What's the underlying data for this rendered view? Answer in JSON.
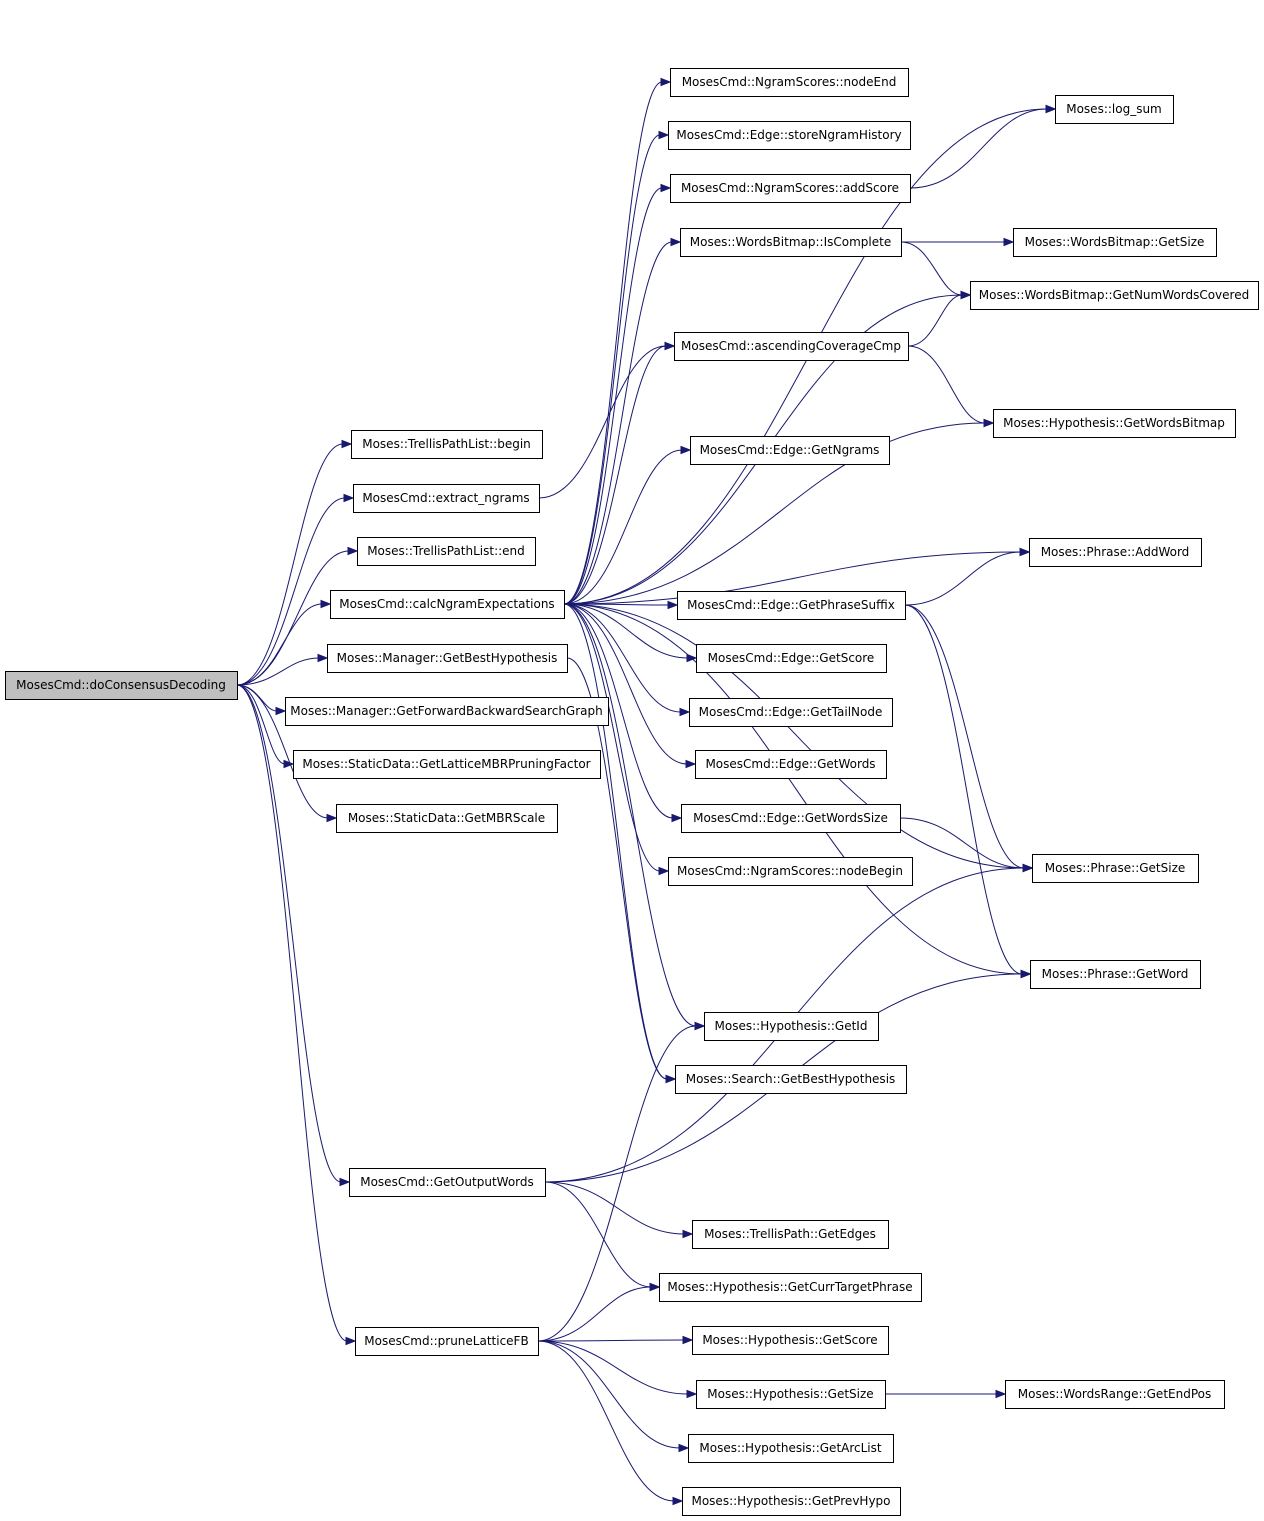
{
  "graph": {
    "root": "n0",
    "nodes": [
      {
        "id": "n0",
        "label": "MosesCmd::doConsensusDecoding",
        "root": true
      },
      {
        "id": "n1",
        "label": "Moses::TrellisPathList::begin"
      },
      {
        "id": "n2",
        "label": "MosesCmd::extract_ngrams"
      },
      {
        "id": "n3",
        "label": "Moses::TrellisPathList::end"
      },
      {
        "id": "n4",
        "label": "MosesCmd::calcNgramExpectations"
      },
      {
        "id": "n5",
        "label": "Moses::Manager::GetBestHypothesis"
      },
      {
        "id": "n6",
        "label": "Moses::Manager::GetForwardBackwardSearchGraph"
      },
      {
        "id": "n7",
        "label": "Moses::StaticData::GetLatticeMBRPruningFactor"
      },
      {
        "id": "n8",
        "label": "Moses::StaticData::GetMBRScale"
      },
      {
        "id": "n9",
        "label": "MosesCmd::GetOutputWords"
      },
      {
        "id": "n10",
        "label": "MosesCmd::pruneLatticeFB"
      },
      {
        "id": "n11",
        "label": "MosesCmd::NgramScores::nodeEnd"
      },
      {
        "id": "n12",
        "label": "MosesCmd::Edge::storeNgramHistory"
      },
      {
        "id": "n13",
        "label": "MosesCmd::NgramScores::addScore"
      },
      {
        "id": "n14",
        "label": "Moses::WordsBitmap::IsComplete"
      },
      {
        "id": "n15",
        "label": "MosesCmd::ascendingCoverageCmp"
      },
      {
        "id": "n16",
        "label": "MosesCmd::Edge::GetNgrams"
      },
      {
        "id": "n17",
        "label": "MosesCmd::Edge::GetPhraseSuffix"
      },
      {
        "id": "n18",
        "label": "MosesCmd::Edge::GetScore"
      },
      {
        "id": "n19",
        "label": "MosesCmd::Edge::GetTailNode"
      },
      {
        "id": "n20",
        "label": "MosesCmd::Edge::GetWords"
      },
      {
        "id": "n21",
        "label": "MosesCmd::Edge::GetWordsSize"
      },
      {
        "id": "n22",
        "label": "MosesCmd::NgramScores::nodeBegin"
      },
      {
        "id": "n23",
        "label": "Moses::Hypothesis::GetId"
      },
      {
        "id": "n24",
        "label": "Moses::Search::GetBestHypothesis"
      },
      {
        "id": "n25",
        "label": "Moses::TrellisPath::GetEdges"
      },
      {
        "id": "n26",
        "label": "Moses::Hypothesis::GetCurrTargetPhrase"
      },
      {
        "id": "n27",
        "label": "Moses::Hypothesis::GetScore"
      },
      {
        "id": "n28",
        "label": "Moses::Hypothesis::GetSize"
      },
      {
        "id": "n29",
        "label": "Moses::Hypothesis::GetArcList"
      },
      {
        "id": "n30",
        "label": "Moses::Hypothesis::GetPrevHypo"
      },
      {
        "id": "n31",
        "label": "Moses::log_sum"
      },
      {
        "id": "n32",
        "label": "Moses::WordsBitmap::GetSize"
      },
      {
        "id": "n33",
        "label": "Moses::WordsBitmap::GetNumWordsCovered"
      },
      {
        "id": "n34",
        "label": "Moses::Hypothesis::GetWordsBitmap"
      },
      {
        "id": "n35",
        "label": "Moses::Phrase::AddWord"
      },
      {
        "id": "n36",
        "label": "Moses::Phrase::GetSize"
      },
      {
        "id": "n37",
        "label": "Moses::Phrase::GetWord"
      },
      {
        "id": "n38",
        "label": "Moses::WordsRange::GetEndPos"
      }
    ],
    "edges": [
      [
        "n0",
        "n1"
      ],
      [
        "n0",
        "n2"
      ],
      [
        "n0",
        "n3"
      ],
      [
        "n0",
        "n4"
      ],
      [
        "n0",
        "n5"
      ],
      [
        "n0",
        "n6"
      ],
      [
        "n0",
        "n7"
      ],
      [
        "n0",
        "n8"
      ],
      [
        "n0",
        "n9"
      ],
      [
        "n0",
        "n10"
      ],
      [
        "n2",
        "n15"
      ],
      [
        "n4",
        "n11"
      ],
      [
        "n4",
        "n12"
      ],
      [
        "n4",
        "n13"
      ],
      [
        "n4",
        "n14"
      ],
      [
        "n4",
        "n15"
      ],
      [
        "n4",
        "n16"
      ],
      [
        "n4",
        "n17"
      ],
      [
        "n4",
        "n18"
      ],
      [
        "n4",
        "n19"
      ],
      [
        "n4",
        "n20"
      ],
      [
        "n4",
        "n21"
      ],
      [
        "n4",
        "n22"
      ],
      [
        "n4",
        "n23"
      ],
      [
        "n4",
        "n24"
      ],
      [
        "n4",
        "n31"
      ],
      [
        "n4",
        "n33"
      ],
      [
        "n4",
        "n34"
      ],
      [
        "n4",
        "n35"
      ],
      [
        "n4",
        "n36"
      ],
      [
        "n4",
        "n37"
      ],
      [
        "n5",
        "n24"
      ],
      [
        "n9",
        "n25"
      ],
      [
        "n9",
        "n26"
      ],
      [
        "n9",
        "n36"
      ],
      [
        "n9",
        "n37"
      ],
      [
        "n10",
        "n23"
      ],
      [
        "n10",
        "n26"
      ],
      [
        "n10",
        "n27"
      ],
      [
        "n10",
        "n28"
      ],
      [
        "n10",
        "n29"
      ],
      [
        "n10",
        "n30"
      ],
      [
        "n13",
        "n31"
      ],
      [
        "n14",
        "n32"
      ],
      [
        "n14",
        "n33"
      ],
      [
        "n15",
        "n33"
      ],
      [
        "n15",
        "n34"
      ],
      [
        "n17",
        "n35"
      ],
      [
        "n17",
        "n36"
      ],
      [
        "n17",
        "n37"
      ],
      [
        "n21",
        "n36"
      ],
      [
        "n28",
        "n38"
      ]
    ]
  }
}
